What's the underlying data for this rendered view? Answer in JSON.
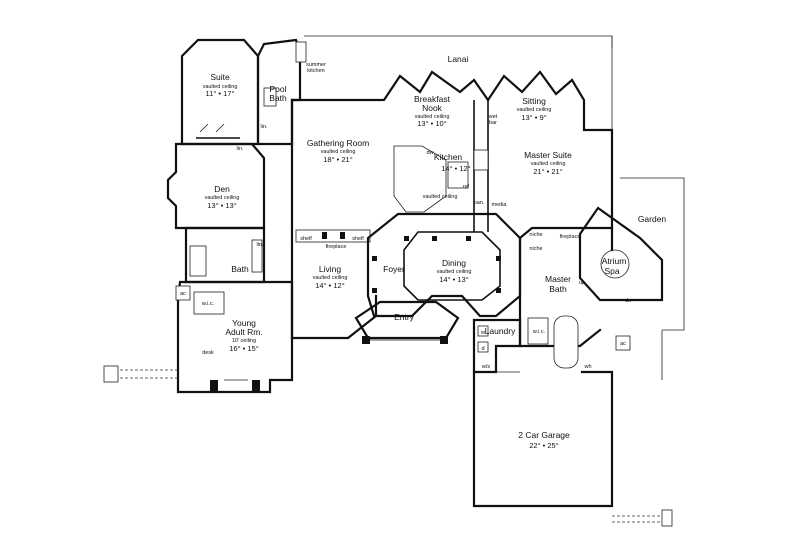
{
  "rooms": {
    "lanai": {
      "name": "Lanai"
    },
    "suite": {
      "name": "Suite",
      "ceiling": "vaulted ceiling",
      "dims": "11° • 17°"
    },
    "pool_bath": {
      "name_line1": "Pool",
      "name_line2": "Bath"
    },
    "summer_kitchen": {
      "line1": "summer",
      "line2": "kitchen"
    },
    "breakfast_nook": {
      "name_line1": "Breakfast",
      "name_line2": "Nook",
      "ceiling": "vaulted ceiling",
      "dims": "13° • 10°"
    },
    "sitting": {
      "name": "Sitting",
      "ceiling": "vaulted ceiling",
      "dims": "13° • 9°"
    },
    "gathering_room": {
      "name": "Gathering Room",
      "ceiling": "vaulted ceiling",
      "dims": "18° • 21°"
    },
    "kitchen": {
      "name": "Kitchen",
      "dims": "14° • 12°",
      "ceiling": "vaulted ceiling"
    },
    "master_suite": {
      "name": "Master Suite",
      "ceiling": "vaulted ceiling",
      "dims": "21° • 21°"
    },
    "den": {
      "name": "Den",
      "ceiling": "vaulted ceiling",
      "dims": "13° • 13°"
    },
    "bath": {
      "name": "Bath"
    },
    "living": {
      "name": "Living",
      "ceiling": "vaulted ceiling",
      "dims": "14° • 12°"
    },
    "foyer": {
      "name": "Foyer"
    },
    "dining": {
      "name": "Dining",
      "ceiling": "vaulted ceiling",
      "dims": "14° • 13°"
    },
    "garden": {
      "name": "Garden"
    },
    "atrium_spa": {
      "name_line1": "Atrium",
      "name_line2": "Spa"
    },
    "master_bath": {
      "name_line1": "Master",
      "name_line2": "Bath"
    },
    "young_adult": {
      "name_line1": "Young",
      "name_line2": "Adult Rm.",
      "ceiling": "10' ceiling",
      "dims": "16° • 15°"
    },
    "entry": {
      "name": "Entry"
    },
    "laundry": {
      "name": "Laundry"
    },
    "garage": {
      "name": "2 Car Garage",
      "dims": "22° • 25°"
    }
  },
  "labels": {
    "lin_suite": "lin.",
    "lin_pool": "lin.",
    "lin_bath": "lin.",
    "wet_bar_1": "wet",
    "wet_bar_2": "bar",
    "dw": "dw",
    "ref": "ref",
    "pan": "pan.",
    "media": "media",
    "niche_1": "niche",
    "niche_2": "niche",
    "fireplace_living": "fireplace",
    "fireplace_master": "fireplace",
    "shelf_1": "shelf",
    "shelf_2": "shelf",
    "wic_young": "w.i.c.",
    "wic_master": "w.i.c.",
    "desk": "desk",
    "ac_1": "ac",
    "ac_2": "ac",
    "up": "up",
    "dn": "dn",
    "wh": "wh",
    "w": "w",
    "d": "d",
    "ws": "w/s"
  }
}
